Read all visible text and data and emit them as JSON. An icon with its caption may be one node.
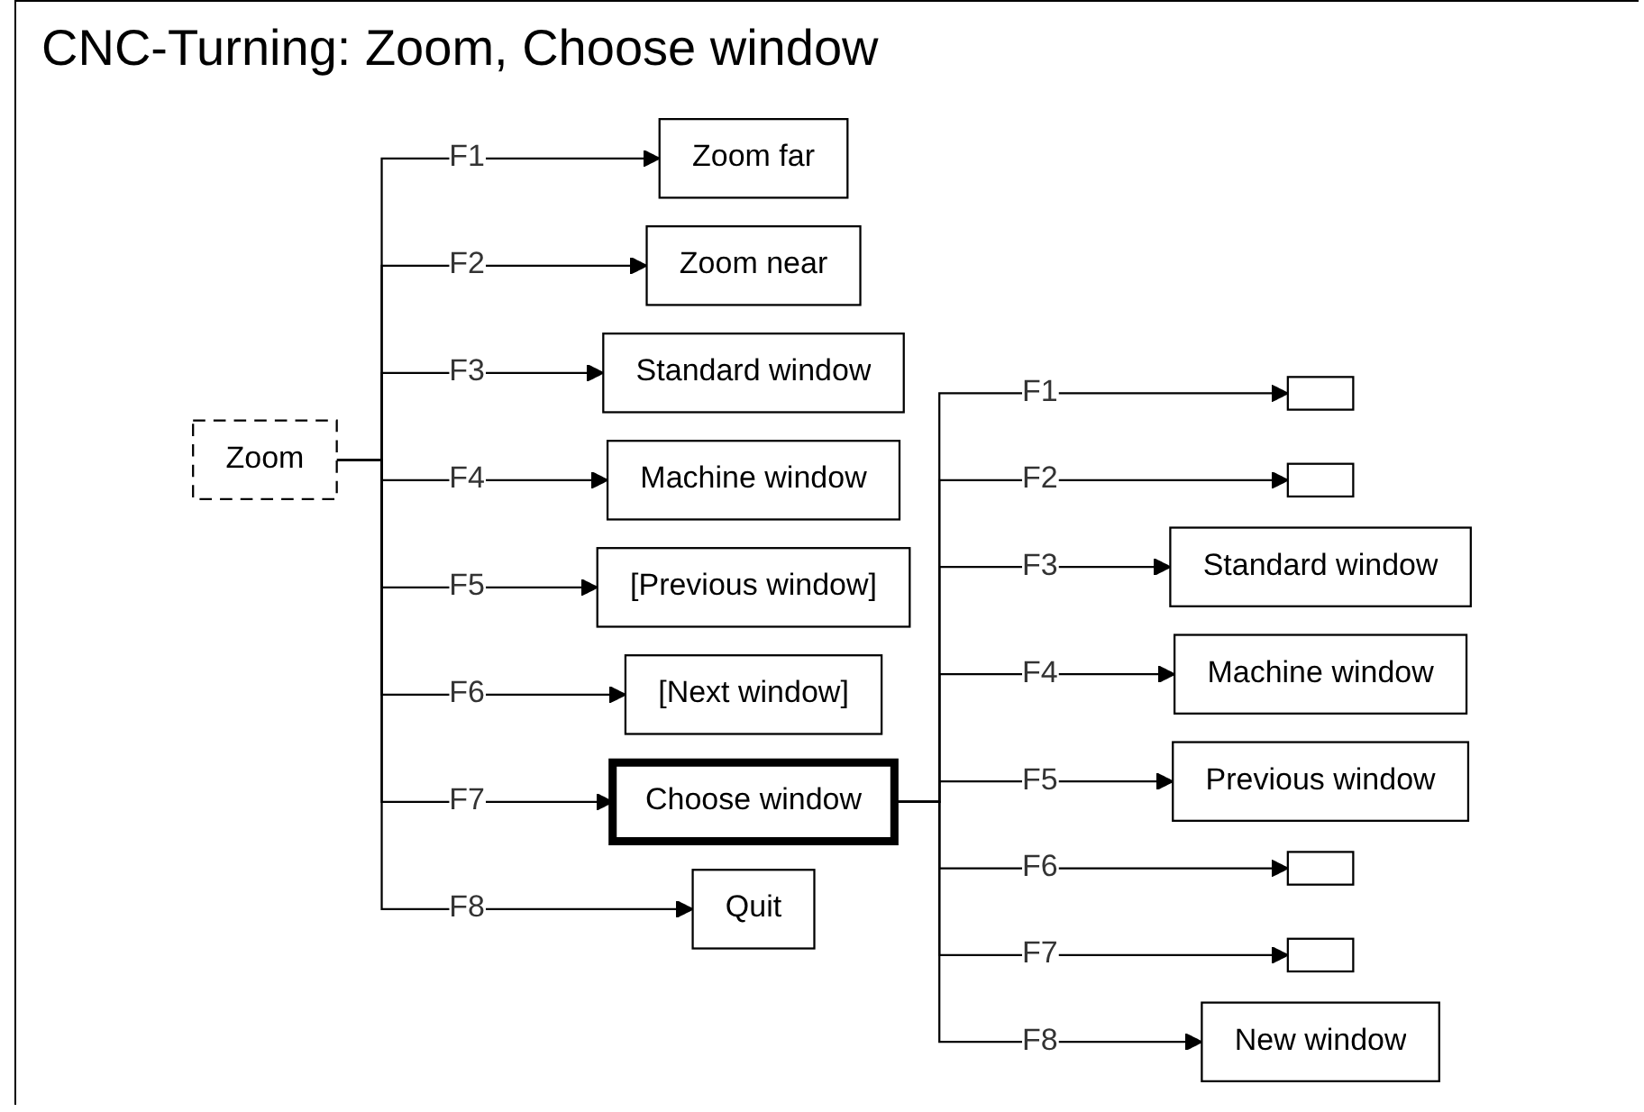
{
  "diagram": {
    "title": "CNC-Turning: Zoom, Choose window",
    "nodes": [
      {
        "text": [
          "Zoom"
        ]
      },
      {
        "text": [
          "Zoom far"
        ]
      },
      {
        "text": [
          "Zoom near"
        ]
      },
      {
        "text": [
          "Standard window"
        ]
      },
      {
        "text": [
          "Machine window"
        ]
      },
      {
        "text": [
          "[Previous window]"
        ]
      },
      {
        "text": [
          "[Next window]"
        ]
      },
      {
        "text": [
          "Choose window"
        ]
      },
      {
        "text": [
          "Quit"
        ]
      },
      {
        "text": [],
        "shape": "box"
      },
      {
        "text": [],
        "shape": "box"
      },
      {
        "text": [
          "Standard window"
        ]
      },
      {
        "text": [
          "Machine window"
        ]
      },
      {
        "text": [
          "Previous window"
        ]
      },
      {
        "text": [],
        "shape": "box"
      },
      {
        "text": [],
        "shape": "box"
      },
      {
        "text": [
          "New window"
        ]
      }
    ],
    "edges": [
      {
        "from": 0,
        "to": 1,
        "arrow": "to",
        "label": "F1"
      },
      {
        "from": 0,
        "to": 2,
        "arrow": "to",
        "label": "F2"
      },
      {
        "from": 0,
        "to": 3,
        "arrow": "to",
        "label": "F3"
      },
      {
        "from": 0,
        "to": 4,
        "arrow": "to",
        "label": "F4"
      },
      {
        "from": 0,
        "to": 5,
        "arrow": "to",
        "label": "F5"
      },
      {
        "from": 0,
        "to": 6,
        "arrow": "to",
        "label": "F6"
      },
      {
        "from": 0,
        "to": 7,
        "arrow": "to",
        "label": "F7"
      },
      {
        "from": 0,
        "to": 8,
        "arrow": "to",
        "label": "F8"
      },
      {
        "from": 7,
        "to": 9,
        "arrow": "to",
        "label": "F1"
      },
      {
        "from": 7,
        "to": 10,
        "arrow": "to",
        "label": "F2"
      },
      {
        "from": 7,
        "to": 11,
        "arrow": "to",
        "label": "F3"
      },
      {
        "from": 7,
        "to": 12,
        "arrow": "to",
        "label": "F4"
      },
      {
        "from": 7,
        "to": 13,
        "arrow": "to",
        "label": "F5"
      },
      {
        "from": 7,
        "to": 14,
        "arrow": "to",
        "label": "F6"
      },
      {
        "from": 7,
        "to": 15,
        "arrow": "to",
        "label": "F7"
      },
      {
        "from": 7,
        "to": 16,
        "arrow": "to",
        "label": "F8"
      }
    ]
  }
}
